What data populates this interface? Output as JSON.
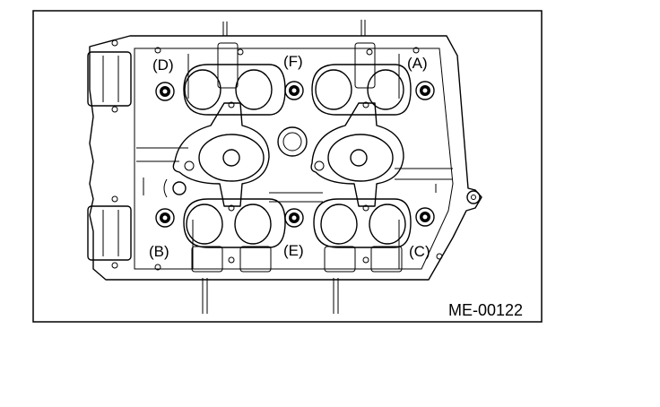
{
  "figure": {
    "code": "ME-00122"
  },
  "labels": {
    "a": "(A)",
    "b": "(B)",
    "c": "(C)",
    "d": "(D)",
    "e": "(E)",
    "f": "(F)"
  },
  "colors": {
    "ink": "#000000",
    "paper": "#ffffff"
  }
}
